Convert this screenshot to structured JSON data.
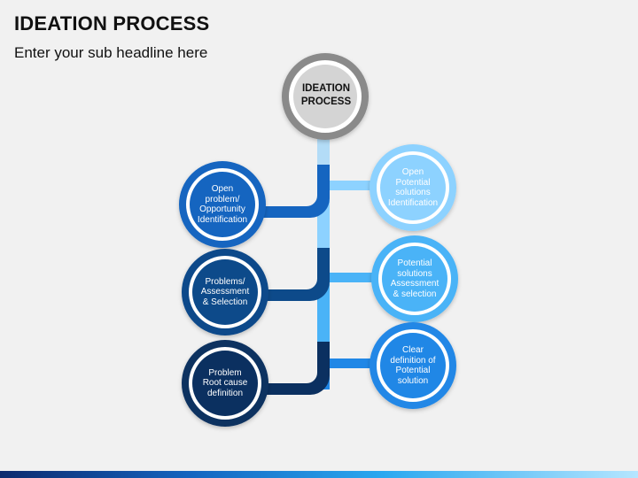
{
  "slide": {
    "title": "IDEATION PROCESS",
    "subtitle": "Enter your sub headline here"
  },
  "diagram": {
    "center": {
      "line1": "IDEATION",
      "line2": "PROCESS"
    },
    "left_nodes": [
      {
        "lines": [
          "Open",
          "problem/",
          "Opportunity",
          "Identification"
        ],
        "color": "#1565c0"
      },
      {
        "lines": [
          "Problems/",
          "Assessment",
          "& Selection"
        ],
        "color": "#0d4a8a"
      },
      {
        "lines": [
          "Problem",
          "Root cause",
          "definition"
        ],
        "color": "#0b3060"
      }
    ],
    "right_nodes": [
      {
        "lines": [
          "Open",
          "Potential",
          "solutions",
          "Identification"
        ],
        "color": "#8dd2ff"
      },
      {
        "lines": [
          "Potential",
          "solutions",
          "Assessment",
          "& selection"
        ],
        "color": "#4ab3f7"
      },
      {
        "lines": [
          "Clear",
          "definition of",
          "Potential",
          "solution"
        ],
        "color": "#2087e6"
      }
    ],
    "colors": {
      "center_ring": "#8a8a8a",
      "center_fill": "#d4d4d4"
    }
  }
}
